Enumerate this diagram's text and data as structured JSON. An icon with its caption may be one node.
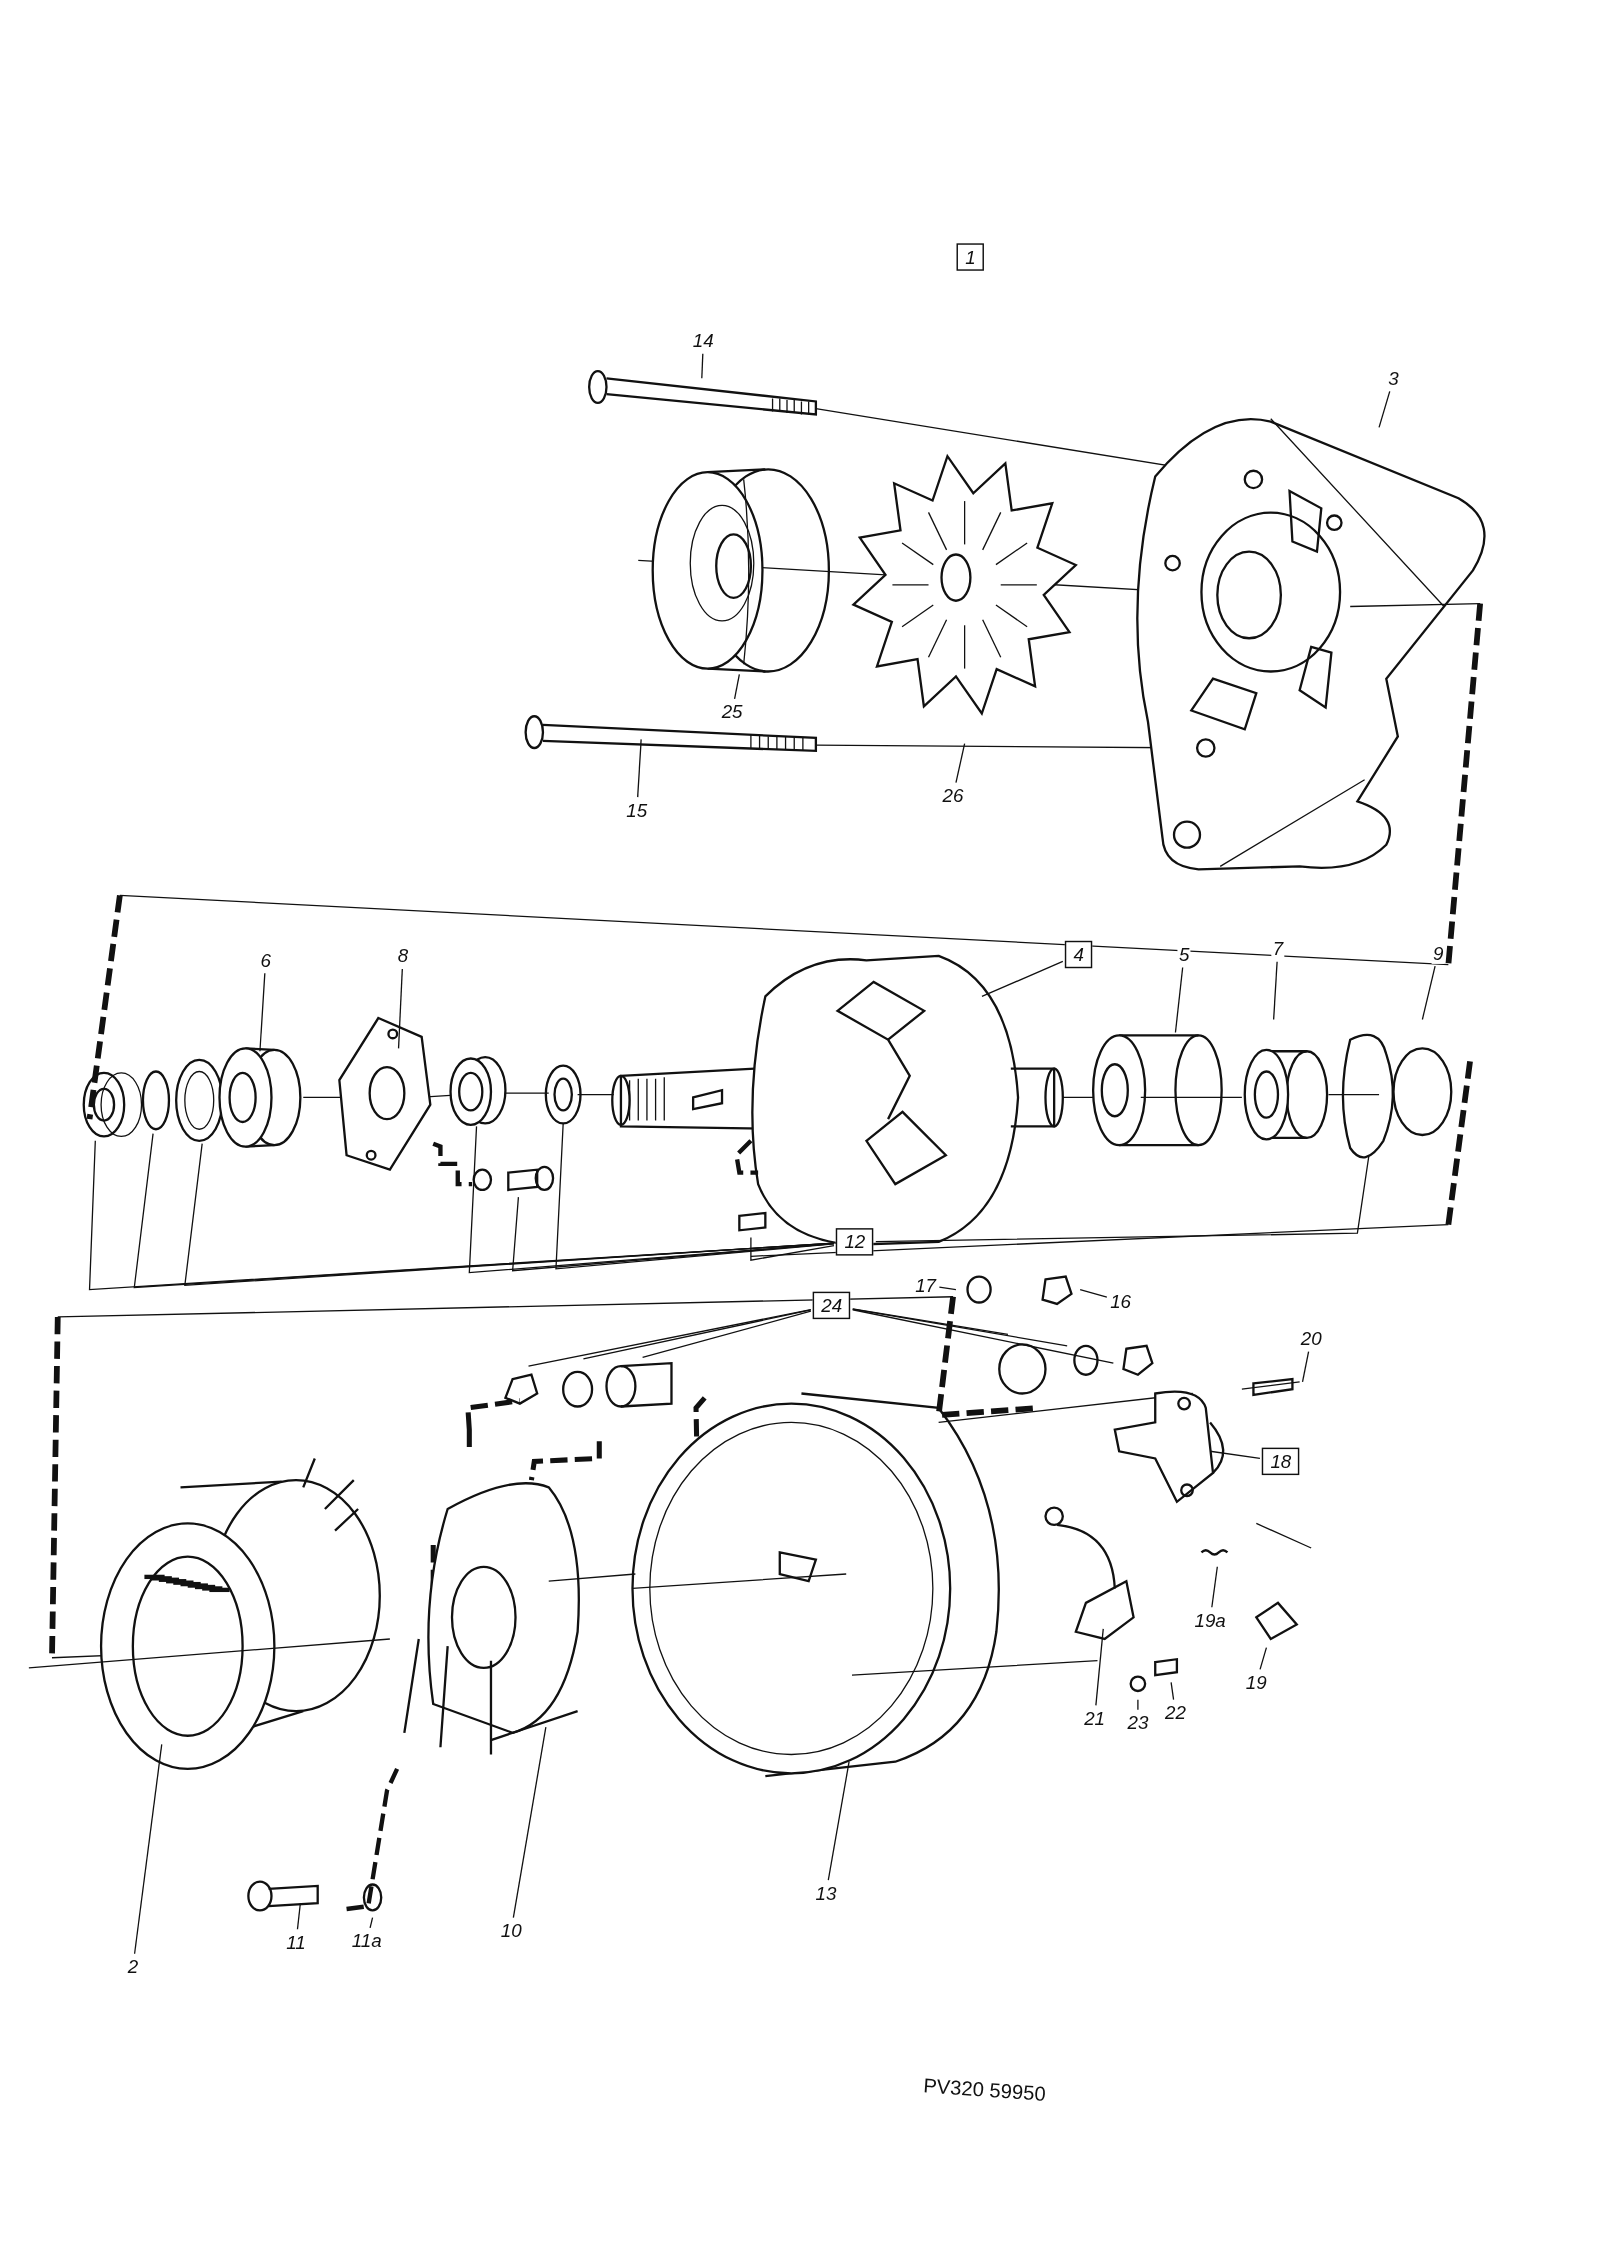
{
  "diagram": {
    "nodes": [
      {
        "text": [
          "1"
        ]
      },
      {
        "text": [
          "14"
        ]
      },
      {
        "text": [
          "3"
        ]
      },
      {
        "text": [
          "25"
        ]
      },
      {
        "text": [
          "26"
        ]
      },
      {
        "text": [
          "15"
        ]
      },
      {
        "text": [
          "6"
        ]
      },
      {
        "text": [
          "8"
        ]
      },
      {
        "text": [
          "4"
        ]
      },
      {
        "text": [
          "5"
        ]
      },
      {
        "text": [
          "7"
        ]
      },
      {
        "text": [
          "9"
        ]
      },
      {
        "text": [
          "12"
        ]
      },
      {
        "text": [
          "17"
        ]
      },
      {
        "text": [
          "16"
        ]
      },
      {
        "text": [
          "24"
        ]
      },
      {
        "text": [
          "20"
        ]
      },
      {
        "text": [
          "18"
        ]
      },
      {
        "text": [
          "19a"
        ]
      },
      {
        "text": [
          "19"
        ]
      },
      {
        "text": [
          "21"
        ]
      },
      {
        "text": [
          "23"
        ]
      },
      {
        "text": [
          "22"
        ]
      },
      {
        "text": [
          "13"
        ]
      },
      {
        "text": [
          "11"
        ]
      },
      {
        "text": [
          "11a"
        ]
      },
      {
        "text": [
          "10"
        ]
      },
      {
        "text": [
          "2"
        ]
      }
    ],
    "edges": [
      {
        "from": 1,
        "to": null,
        "arrow": "none"
      },
      {
        "from": 2,
        "to": null,
        "arrow": "none"
      },
      {
        "from": 3,
        "to": null,
        "arrow": "none"
      },
      {
        "from": 4,
        "to": null,
        "arrow": "none"
      },
      {
        "from": 5,
        "to": null,
        "arrow": "none"
      },
      {
        "from": 6,
        "to": null,
        "arrow": "none"
      },
      {
        "from": 7,
        "to": null,
        "arrow": "none"
      },
      {
        "from": 8,
        "to": null,
        "arrow": "none"
      },
      {
        "from": 9,
        "to": null,
        "arrow": "none"
      },
      {
        "from": 10,
        "to": null,
        "arrow": "none"
      },
      {
        "from": 11,
        "to": null,
        "arrow": "none"
      },
      {
        "from": 12,
        "to": null,
        "arrow": "none"
      },
      {
        "from": 12,
        "to": null,
        "arrow": "none"
      },
      {
        "from": 12,
        "to": null,
        "arrow": "none"
      },
      {
        "from": 12,
        "to": null,
        "arrow": "none"
      },
      {
        "from": 12,
        "to": null,
        "arrow": "none"
      },
      {
        "from": 12,
        "to": null,
        "arrow": "none"
      },
      {
        "from": 12,
        "to": null,
        "arrow": "none"
      },
      {
        "from": 12,
        "to": null,
        "arrow": "none"
      },
      {
        "from": 13,
        "to": null,
        "arrow": "none"
      },
      {
        "from": 14,
        "to": null,
        "arrow": "none"
      },
      {
        "from": 15,
        "to": null,
        "arrow": "none"
      },
      {
        "from": 15,
        "to": null,
        "arrow": "none"
      },
      {
        "from": 15,
        "to": null,
        "arrow": "none"
      },
      {
        "from": 15,
        "to": null,
        "arrow": "none"
      },
      {
        "from": 15,
        "to": null,
        "arrow": "none"
      },
      {
        "from": 15,
        "to": null,
        "arrow": "none"
      },
      {
        "from": 16,
        "to": null,
        "arrow": "none"
      },
      {
        "from": 17,
        "to": null,
        "arrow": "none"
      },
      {
        "from": 18,
        "to": null,
        "arrow": "none"
      },
      {
        "from": 19,
        "to": null,
        "arrow": "none"
      },
      {
        "from": 20,
        "to": null,
        "arrow": "none"
      },
      {
        "from": 21,
        "to": null,
        "arrow": "none"
      },
      {
        "from": 22,
        "to": null,
        "arrow": "none"
      },
      {
        "from": 23,
        "to": null,
        "arrow": "none"
      },
      {
        "from": 24,
        "to": null,
        "arrow": "none"
      },
      {
        "from": 25,
        "to": null,
        "arrow": "none"
      },
      {
        "from": 26,
        "to": null,
        "arrow": "none"
      },
      {
        "from": 27,
        "to": null,
        "arrow": "none"
      }
    ],
    "labels": [
      "PV320 59950"
    ]
  }
}
